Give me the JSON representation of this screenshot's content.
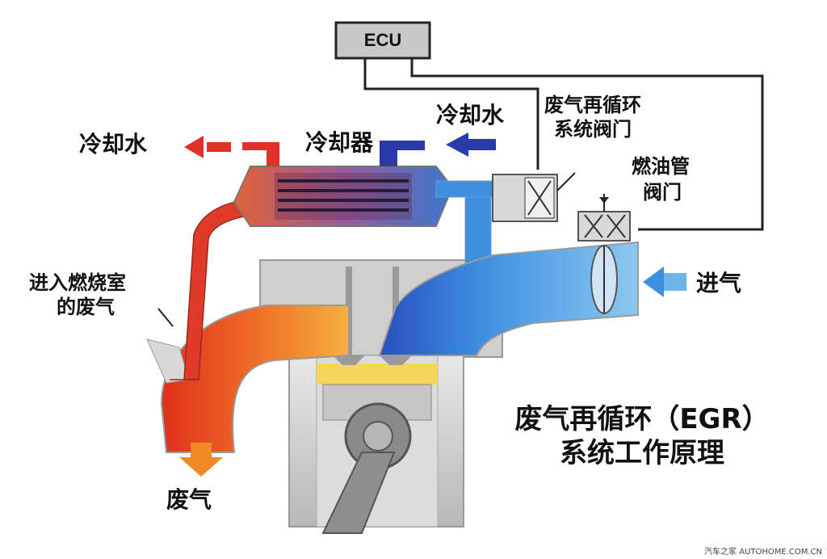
{
  "diagram": {
    "ecu": "ECU",
    "labels": {
      "coolant_out": "冷却水",
      "cooler": "冷却器",
      "coolant_in": "冷却水",
      "egr_valve_line1": "废气再循环",
      "egr_valve_line2": "系统阀门",
      "fuel_valve_line1": "燃油管",
      "fuel_valve_line2": "阀门",
      "intake": "进气",
      "exhaust_in_line1": "进入燃烧室",
      "exhaust_in_line2": "的废气",
      "exhaust_out": "废气"
    },
    "title_line1": "废气再循环（EGR）",
    "title_line2": "系统工作原理",
    "watermark": "汽车之家 AUTOHOME.COM.CN"
  }
}
